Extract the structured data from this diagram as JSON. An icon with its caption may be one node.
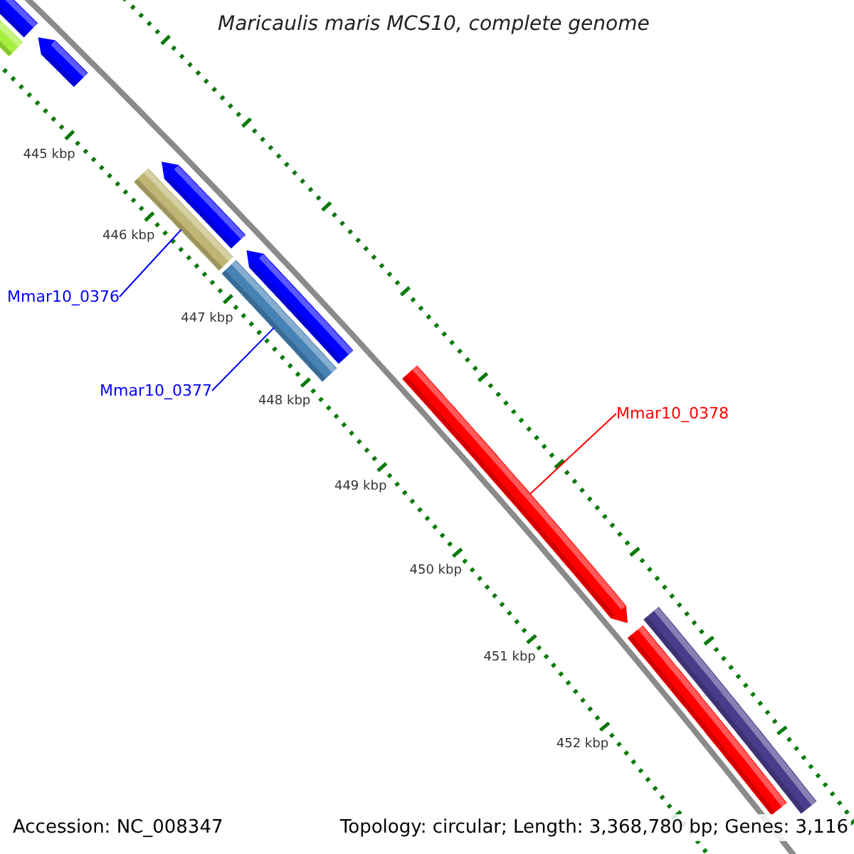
{
  "diagram": {
    "title": "Maricaulis maris MCS10, complete genome",
    "nodes": [
      {
        "text": [],
        "shape": "bar"
      },
      {
        "text": [],
        "shape": "bar"
      },
      {
        "text": [],
        "shape": "arrow"
      },
      {
        "text": [],
        "shape": "arrow"
      },
      {
        "text": [],
        "shape": "bar"
      },
      {
        "text": [],
        "shape": "arrow"
      },
      {
        "text": [],
        "shape": "bar"
      },
      {
        "text": [
          "Mmar10_0376"
        ]
      },
      {
        "text": [],
        "shape": "arrow"
      },
      {
        "text": [
          "Mmar10_0377"
        ]
      },
      {
        "text": [
          "Mmar10_0378"
        ]
      },
      {
        "text": [],
        "shape": "bar"
      },
      {
        "text": [],
        "shape": "bar"
      }
    ],
    "edges": [
      {
        "from": 7,
        "to": 4,
        "arrow": "none"
      },
      {
        "from": 9,
        "to": 6,
        "arrow": "none"
      },
      {
        "from": 10,
        "to": 8,
        "arrow": "none",
        "color": "#ff0000"
      }
    ],
    "labels": [
      "445 kbp",
      "446 kbp",
      "447 kbp",
      "448 kbp",
      "449 kbp",
      "450 kbp",
      "451 kbp",
      "452 kbp",
      "Accession: NC_008347",
      "Topology: circular; Length: 3,368,780 bp; Genes: 3,116"
    ]
  }
}
